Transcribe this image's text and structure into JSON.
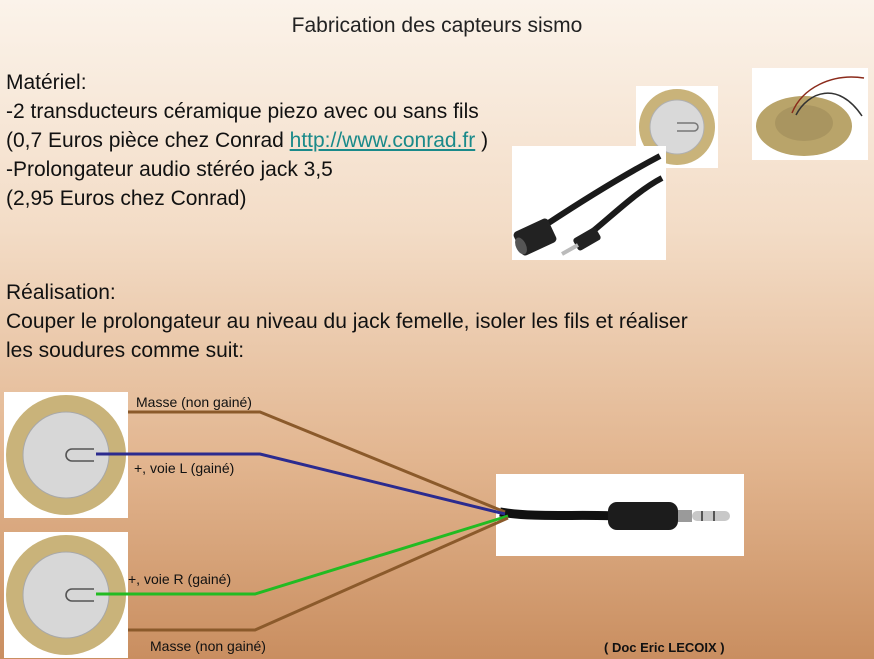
{
  "title": "Fabrication des capteurs sismo",
  "materiel": {
    "heading": "Matériel:",
    "line1": "-2 transducteurs céramique piezo avec ou sans fils",
    "line2_prefix": "(0,7 Euros pièce chez Conrad ",
    "line2_link": "http://www.conrad.fr",
    "line2_suffix": " )",
    "line3": "-Prolongateur audio stéréo jack 3,5",
    "line4": "(2,95 Euros chez Conrad)"
  },
  "realisation": {
    "heading": "Réalisation:",
    "line1": "Couper le prolongateur au niveau du jack femelle, isoler les fils et réaliser",
    "line2": "les soudures comme suit:"
  },
  "diagram": {
    "label_masse_top": "Masse (non gainé)",
    "label_voie_l": "+, voie L (gainé)",
    "label_voie_r": "+, voie R (gainé)",
    "label_masse_bottom": "Masse (non gainé)",
    "wire_colors": {
      "masse": "#8b5a2b",
      "voie_l": "#2b2b8f",
      "voie_r": "#22bb22"
    }
  },
  "credit": "( Doc  Eric  LECOIX )"
}
